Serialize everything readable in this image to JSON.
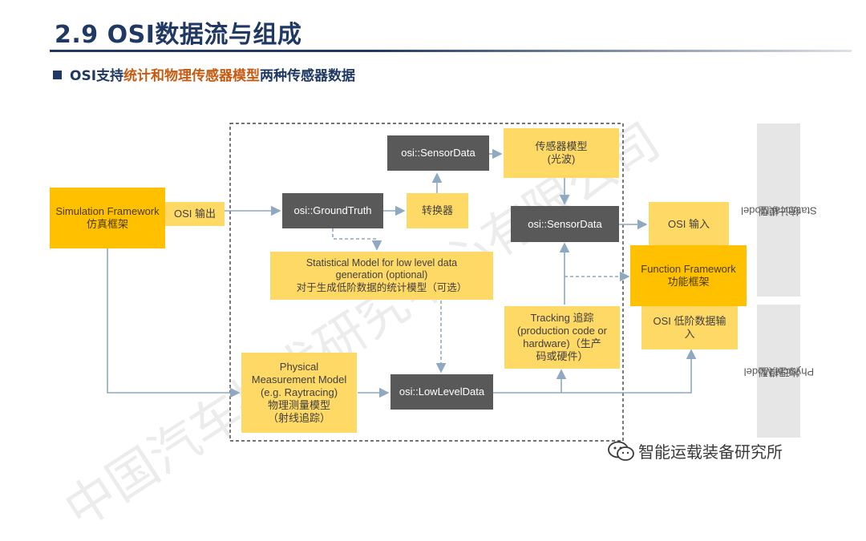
{
  "header": {
    "title": "2.9 OSI数据流与组成",
    "subtitle_prefix": "OSI支持",
    "subtitle_highlight": "统计和物理传感器模型",
    "subtitle_suffix": "两种传感器数据"
  },
  "diagram": {
    "simulation_framework": [
      "Simulation Framework",
      "仿真框架"
    ],
    "osi_output": "OSI 输出",
    "ground_truth": "osi::GroundTruth",
    "converter": "转换器",
    "sensor_data_top": "osi::SensorData",
    "sensor_model": [
      "传感器模型",
      "(光波)"
    ],
    "sensor_data_mid": "osi::SensorData",
    "osi_input": "OSI 输入",
    "function_framework": [
      "Function Framework",
      "功能框架"
    ],
    "statistical_model": [
      "Statistical Model  for low level data",
      "generation (optional)",
      "对于生成低阶数据的统计模型（可选）"
    ],
    "physical_model": [
      "Physical",
      "Measurement Model",
      "(e.g. Raytracing)",
      "物理测量模型",
      "（射线追踪）"
    ],
    "low_level_data": "osi::LowLevelData",
    "tracking": [
      "Tracking 追踪",
      "(production code or",
      "hardware)（生产",
      "码或硬件）"
    ],
    "osi_low_input": [
      "OSI 低阶数据输",
      "入"
    ],
    "side_statistical": [
      "统计模型",
      "Statistical Model"
    ],
    "side_physical": [
      "物理模型",
      "Physical Model"
    ]
  },
  "watermark": "中国汽车技术研究中心有限公司",
  "logo_text": "智能运载装备研究所",
  "colors": {
    "title": "#1f3864",
    "highlight": "#c55a11",
    "gold": "#ffc000",
    "yellow": "#ffd966",
    "gray_box": "#595959",
    "side_panel": "#e7e6e6",
    "arrow": "#8ea9c1"
  }
}
